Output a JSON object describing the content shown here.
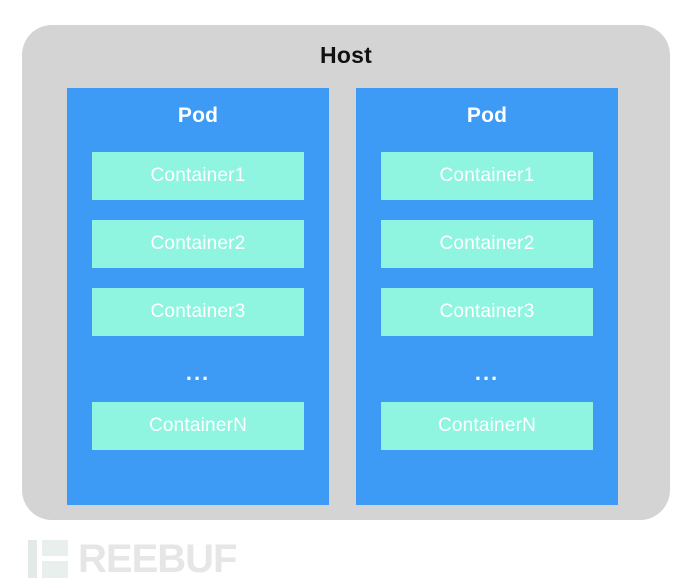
{
  "diagram": {
    "host": {
      "title": "Host",
      "background_color": "#d4d4d4",
      "title_color": "#111111"
    },
    "pods": [
      {
        "title": "Pod",
        "background_color": "#3d9bf5",
        "title_color": "#ffffff",
        "containers": [
          {
            "label": "Container1"
          },
          {
            "label": "Container2"
          },
          {
            "label": "Container3"
          }
        ],
        "ellipsis": "...",
        "last_container": {
          "label": "ContainerN"
        },
        "container_color": "#8ff5e0",
        "container_label_color": "#ffffff"
      },
      {
        "title": "Pod",
        "background_color": "#3d9bf5",
        "title_color": "#ffffff",
        "containers": [
          {
            "label": "Container1"
          },
          {
            "label": "Container2"
          },
          {
            "label": "Container3"
          }
        ],
        "ellipsis": "...",
        "last_container": {
          "label": "ContainerN"
        },
        "container_color": "#8ff5e0",
        "container_label_color": "#ffffff"
      }
    ]
  },
  "watermark": {
    "text": "REEBUF",
    "color": "#e6e6e6"
  }
}
